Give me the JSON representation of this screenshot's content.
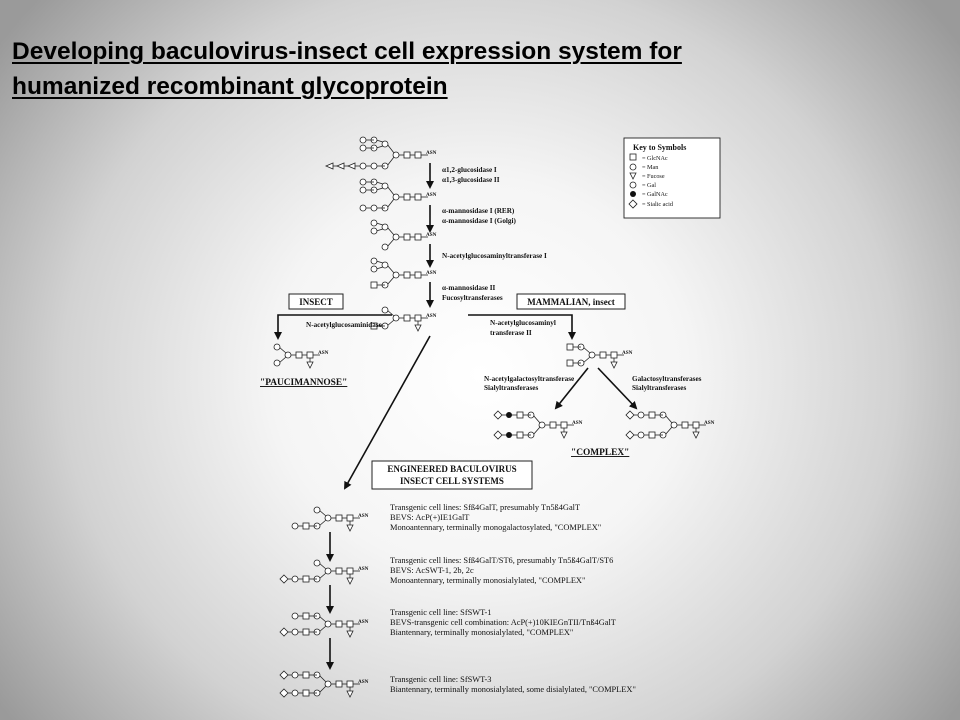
{
  "slide": {
    "title_line1": "Developing baculovirus-insect cell expression system for",
    "title_line2": "humanized recombinant glycoprotein"
  },
  "diagram": {
    "asn_label": "ASN",
    "key": {
      "title": "Key to Symbols",
      "items": [
        {
          "shape": "square",
          "label": "= GlcNAc"
        },
        {
          "shape": "circle",
          "label": "= Man"
        },
        {
          "shape": "triangle",
          "label": "= Fucose"
        },
        {
          "shape": "circle",
          "label": "= Gal"
        },
        {
          "shape": "filled-circle",
          "label": "= GalNAc"
        },
        {
          "shape": "diamond",
          "label": "= Sialic acid"
        }
      ]
    },
    "enzymes": {
      "step1": [
        "α1,2-glucosidase I",
        "α1,3-glucosidase II"
      ],
      "step2": [
        "α-mannosidase I (RER)",
        "α-mannosidase I (Golgi)"
      ],
      "step3": [
        "N-acetylglucosaminyltransferase I"
      ],
      "step4": [
        "α-mannosidase II",
        "Fucosyltransferases"
      ],
      "insect_branch": [
        "N-acetylglucosaminidase"
      ],
      "mammalian_branch": [
        "N-acetylglucosaminyl",
        "transferase II"
      ],
      "left_split": [
        "N-acetylgalactosyltransferase",
        "Sialyltransferases"
      ],
      "right_split": [
        "Galactosyltransferases",
        "Sialyltransferases"
      ]
    },
    "boxes": {
      "insect": "INSECT",
      "mammalian": "MAMMALIAN, insect",
      "engineered_line1": "ENGINEERED BACULOVIRUS",
      "engineered_line2": "INSECT CELL SYSTEMS"
    },
    "results": {
      "paucimannose": "\"PAUCIMANNOSE\"",
      "complex": "\"COMPLEX\""
    },
    "engineered": [
      {
        "lines": [
          "Transgenic cell lines:  Sfß4GalT, presumably Tn5ß4GalT",
          "BEVS:  AcP(+)IE1GalT",
          "Monoantennary, terminally monogalactosylated, \"COMPLEX\""
        ]
      },
      {
        "lines": [
          "Transgenic cell lines:  Sfß4GalT/ST6, presumably Tn5ß4GalT/ST6",
          "BEVS:  AcSWT-1, 2b, 2c",
          "Monoantennary, terminally monosialylated, \"COMPLEX\""
        ]
      },
      {
        "lines": [
          "Transgenic cell line:  SfSWT-1",
          "BEVS-transgenic cell combination:  AcP(+)10KIEGnTII/Tnß4GalT",
          "Biantennary, terminally monosialylated, \"COMPLEX\""
        ]
      },
      {
        "lines": [
          "Transgenic cell line:  SfSWT-3",
          "Biantennary, terminally monosialylated, some disialylated, \"COMPLEX\""
        ]
      }
    ]
  }
}
